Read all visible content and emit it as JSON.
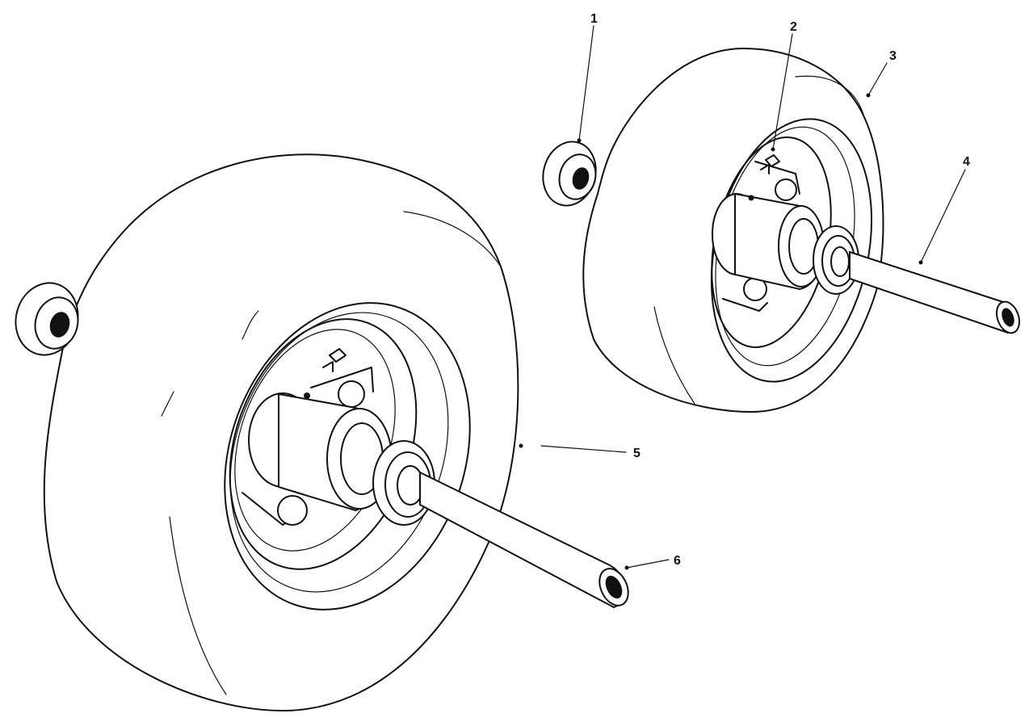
{
  "callouts": [
    {
      "id": "1",
      "text": "1"
    },
    {
      "id": "2",
      "text": "2"
    },
    {
      "id": "3",
      "text": "3"
    },
    {
      "id": "4",
      "text": "4"
    },
    {
      "id": "5",
      "text": "5"
    },
    {
      "id": "6",
      "text": "6"
    }
  ],
  "colors": {
    "ink": "#111111",
    "paper": "#ffffff"
  }
}
